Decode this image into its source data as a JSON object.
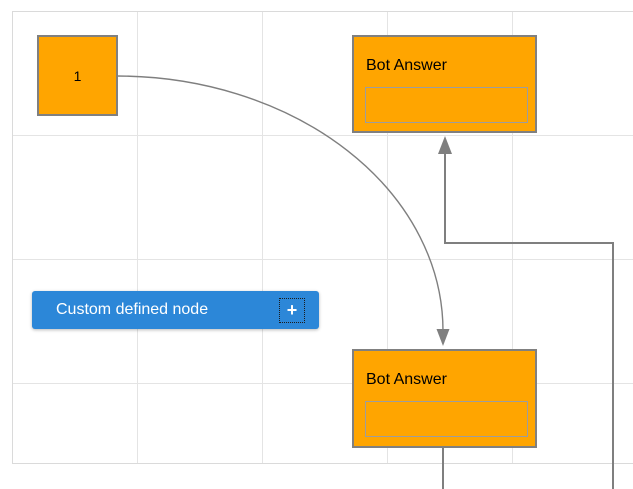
{
  "diagram": {
    "node1": {
      "label": "1"
    },
    "bot_answer_top": {
      "title": "Bot Answer",
      "input_value": ""
    },
    "bot_answer_bottom": {
      "title": "Bot Answer",
      "input_value": ""
    },
    "custom_node": {
      "label": "Custom defined node",
      "add_icon": "+"
    }
  },
  "colors": {
    "canvas_bg": "#FFFFFF",
    "grid_line": "#E4E4E4",
    "page_border": "#DADADA",
    "node_fill": "#FFA500",
    "node_border": "#808080",
    "input_border": "#9D9D9D",
    "node_text": "#000000",
    "custom_node_fill": "#2C87D8",
    "custom_node_text": "#FFFFFF",
    "connector": "#7F7F7F"
  }
}
